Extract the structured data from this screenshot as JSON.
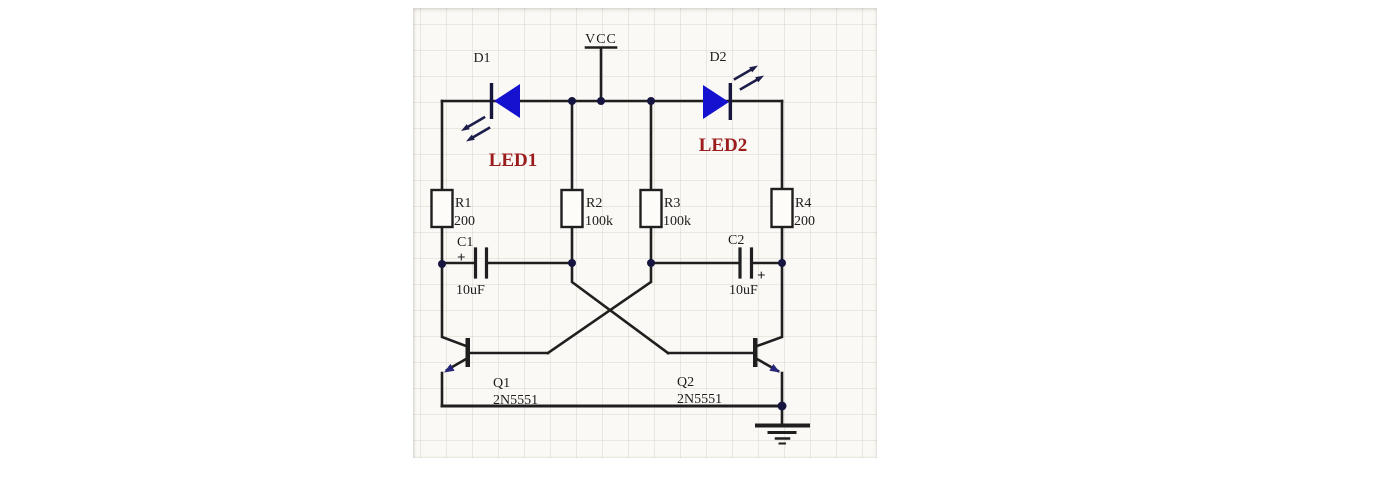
{
  "schematic": {
    "power": {
      "label": "VCC"
    },
    "leds": [
      {
        "ref": "D1",
        "label": "LED1"
      },
      {
        "ref": "D2",
        "label": "LED2"
      }
    ],
    "resistors": [
      {
        "ref": "R1",
        "value": "200"
      },
      {
        "ref": "R2",
        "value": "100k"
      },
      {
        "ref": "R3",
        "value": "100k"
      },
      {
        "ref": "R4",
        "value": "200"
      }
    ],
    "capacitors": [
      {
        "ref": "C1",
        "value": "10uF",
        "polarity_mark": "+"
      },
      {
        "ref": "C2",
        "value": "10uF",
        "polarity_mark": "+"
      }
    ],
    "transistors": [
      {
        "ref": "Q1",
        "part_number": "2N5551"
      },
      {
        "ref": "Q2",
        "part_number": "2N5551"
      }
    ],
    "colors": {
      "wire": "#1f1f1f",
      "led_body_blue": "#1411cf",
      "led_label_red": "#9a1c1c",
      "polarity_arrow_navy": "#26267a",
      "canvas_background": "#fbf9f5",
      "grid_line": "#e6e2da"
    }
  }
}
